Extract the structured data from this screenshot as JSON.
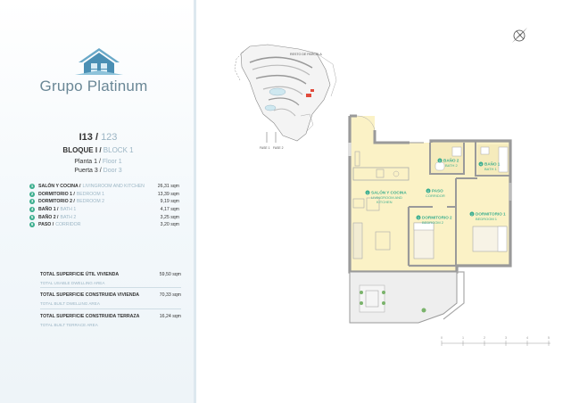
{
  "brand": {
    "name": "Grupo Platinum",
    "logo": "house-logo-icon"
  },
  "unit": {
    "code": "I13",
    "alt": "123"
  },
  "block": {
    "label": "BLOQUE I",
    "alt": "BLOCK 1"
  },
  "floor": {
    "label": "Planta 1",
    "alt": "Floor 1"
  },
  "door": {
    "label": "Puerta 3",
    "alt": "Door 3"
  },
  "rooms": [
    {
      "n": "1",
      "name": "SALÓN Y COCINA /",
      "alt": "LIVINGROOM AND KITCHEN",
      "area": "26,31 sqm"
    },
    {
      "n": "2",
      "name": "DORMITORIO 1 /",
      "alt": "BEDROOM 1",
      "area": "13,39 sqm"
    },
    {
      "n": "3",
      "name": "DORMITORIO 2 /",
      "alt": "BEDROOM 2",
      "area": "9,19 sqm"
    },
    {
      "n": "4",
      "name": "BAÑO 1 /",
      "alt": "BATH 1",
      "area": "4,17 sqm"
    },
    {
      "n": "5",
      "name": "BAÑO 2 /",
      "alt": "BATH 2",
      "area": "3,25 sqm"
    },
    {
      "n": "6",
      "name": "PASO /",
      "alt": "CORRIDOR",
      "area": "3,20 sqm"
    }
  ],
  "totals": [
    {
      "label": "TOTAL SUPERFICIE ÚTIL VIVIENDA",
      "alt": "TOTAL USABLE DWELLING AREA",
      "value": "59,50 sqm"
    },
    {
      "label": "TOTAL SUPERFICIE CONSTRUIDA VIVIENDA",
      "alt": "TOTAL BUILT DWELLING AREA",
      "value": "70,33 sqm"
    },
    {
      "label": "TOTAL SUPERFICIE CONSTRUIDA TERRAZA",
      "alt": "TOTAL BUILT TERRACE AREA",
      "value": "16,24 sqm"
    }
  ],
  "site_plan": {
    "label": "RESTO DE PARCELA",
    "fase1": "FASE 1",
    "fase2": "FASE 2"
  },
  "plan_labels": {
    "living": {
      "n": "1",
      "name": "SALÓN Y COCINA",
      "alt1": "LIVINGROOM AND",
      "alt2": "KITCHEN"
    },
    "bed1": {
      "n": "2",
      "name": "DORMITORIO 1",
      "alt": "BEDROOM 1"
    },
    "bed2": {
      "n": "3",
      "name": "DORMITORIO 2",
      "alt": "BEDROOM 2"
    },
    "bath1": {
      "n": "4",
      "name": "BAÑO 1",
      "alt": "BATH 1"
    },
    "bath2": {
      "n": "5",
      "name": "BAÑO 2",
      "alt": "BATH 2"
    },
    "corridor": {
      "n": "6",
      "name": "PASO",
      "alt": "CORRIDOR"
    }
  },
  "scale_ticks": [
    "0",
    "1",
    "2",
    "3",
    "4",
    "5"
  ],
  "colors": {
    "accent": "#3cae8e",
    "floor": "#fbf2c6",
    "wall": "#9a9a9a",
    "brand": "#6a8796",
    "alt_text": "#9bb5c4"
  }
}
